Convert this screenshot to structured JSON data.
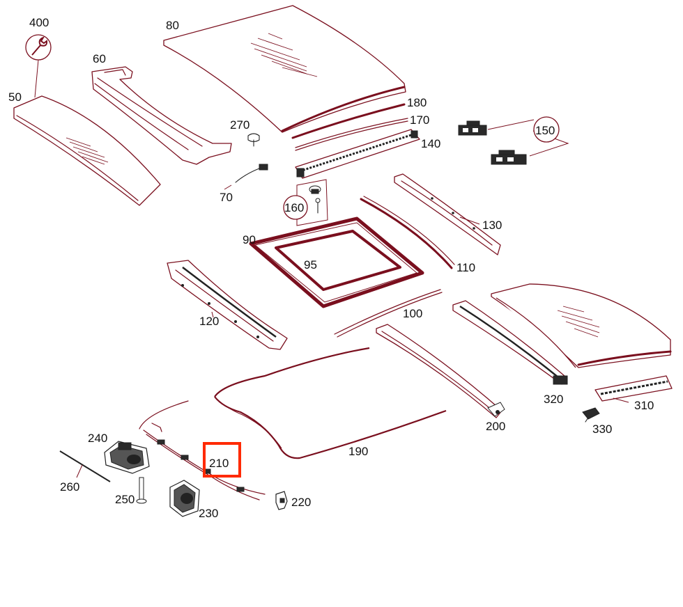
{
  "labels": {
    "p50": "50",
    "p60": "60",
    "p70": "70",
    "p80": "80",
    "p90": "90",
    "p95": "95",
    "p100": "100",
    "p110": "110",
    "p120": "120",
    "p130": "130",
    "p140": "140",
    "p150": "150",
    "p160": "160",
    "p170": "170",
    "p180": "180",
    "p190": "190",
    "p200": "200",
    "p210": "210",
    "p220": "220",
    "p230": "230",
    "p240": "240",
    "p250": "250",
    "p260": "260",
    "p270": "270",
    "p310": "310",
    "p320": "320",
    "p330": "330",
    "p400": "400"
  },
  "highlighted_part": "210",
  "icons": {
    "tool": "wrench-icon"
  },
  "colors": {
    "line": "#7a0f1e",
    "highlight": "#ff2a00",
    "text": "#111111"
  }
}
